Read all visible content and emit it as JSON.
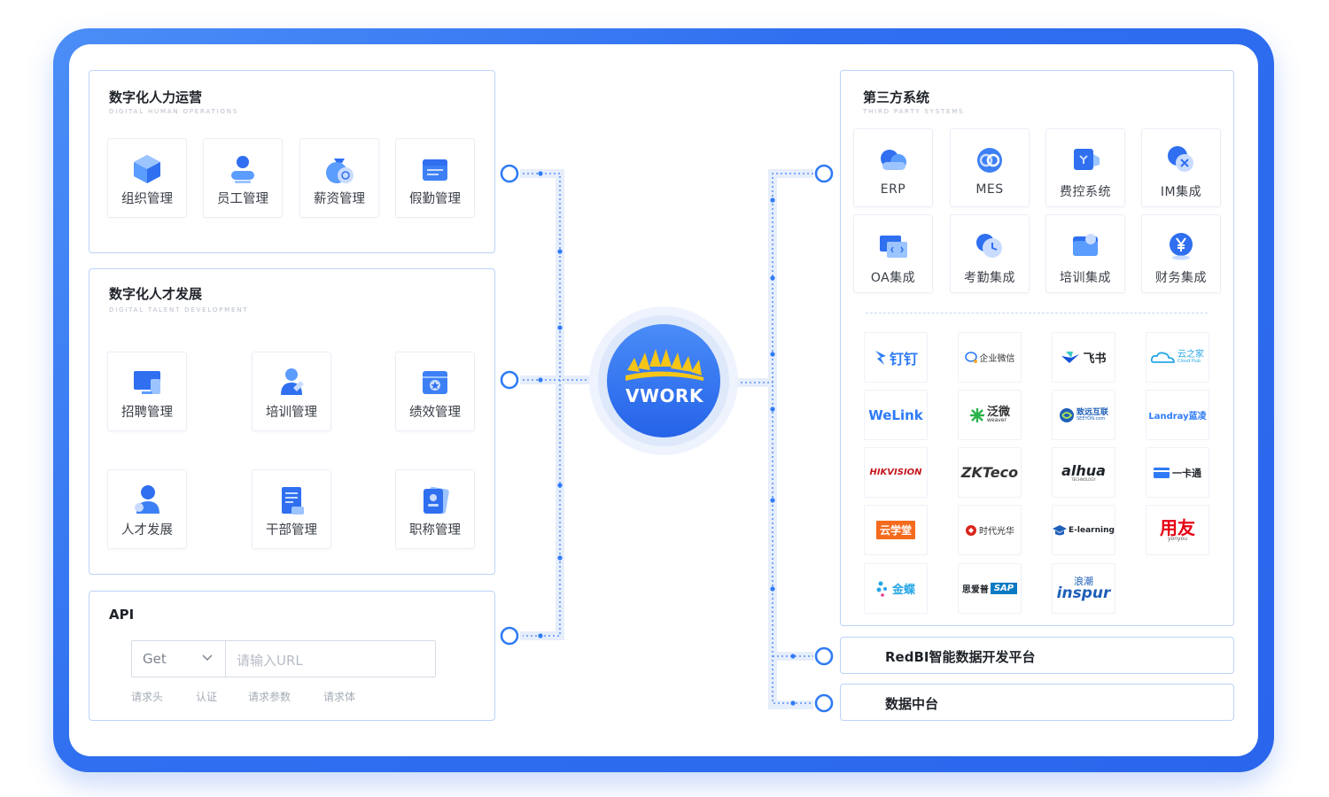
{
  "center": {
    "logo_text": "VWORK"
  },
  "hr_ops": {
    "title": "数字化人力运营",
    "subtitle": "DIGITAL HUMAN OPERATIONS",
    "items": [
      {
        "label": "组织管理",
        "icon": "cube-icon"
      },
      {
        "label": "员工管理",
        "icon": "user-icon"
      },
      {
        "label": "薪资管理",
        "icon": "money-bag-icon"
      },
      {
        "label": "假勤管理",
        "icon": "calendar-icon"
      }
    ]
  },
  "talent": {
    "title": "数字化人才发展",
    "subtitle": "DIGITAL TALENT DEVELOPMENT",
    "items": [
      {
        "label": "招聘管理",
        "icon": "monitor-icon"
      },
      {
        "label": "培训管理",
        "icon": "trainee-icon"
      },
      {
        "label": "绩效管理",
        "icon": "medal-box-icon"
      },
      {
        "label": "人才发展",
        "icon": "person-icon"
      },
      {
        "label": "干部管理",
        "icon": "document-icon"
      },
      {
        "label": "职称管理",
        "icon": "id-card-icon"
      }
    ]
  },
  "api": {
    "title": "API",
    "method": "Get",
    "url_placeholder": "请输入URL",
    "tabs": [
      "请求头",
      "认证",
      "请求参数",
      "请求体"
    ]
  },
  "third_party": {
    "title": "第三方系统",
    "subtitle": "THIRD PARTY SYSTEMS",
    "systems": [
      {
        "label": "ERP",
        "icon": "cloud-icon"
      },
      {
        "label": "MES",
        "icon": "loop-icon"
      },
      {
        "label": "费控系统",
        "icon": "control-icon"
      },
      {
        "label": "IM集成",
        "icon": "chat-icon"
      },
      {
        "label": "OA集成",
        "icon": "code-window-icon"
      },
      {
        "label": "考勤集成",
        "icon": "clock-icon"
      },
      {
        "label": "培训集成",
        "icon": "folder-icon"
      },
      {
        "label": "财务集成",
        "icon": "yen-icon"
      }
    ],
    "partners": [
      {
        "label": "钉钉",
        "sub": ""
      },
      {
        "label": "企业微信",
        "sub": ""
      },
      {
        "label": "飞书",
        "sub": ""
      },
      {
        "label": "云之家",
        "sub": "Cloud Hub"
      },
      {
        "label": "WeLink",
        "sub": ""
      },
      {
        "label": "泛微",
        "sub": "weaver"
      },
      {
        "label": "致远互联",
        "sub": "SEEYON.com"
      },
      {
        "label": "Landray蓝凌",
        "sub": ""
      },
      {
        "label": "HIKVISION",
        "sub": ""
      },
      {
        "label": "ZKTeco",
        "sub": ""
      },
      {
        "label": "alhua",
        "sub": "TECHNOLOGY"
      },
      {
        "label": "一卡通",
        "sub": ""
      },
      {
        "label": "云学堂",
        "sub": ""
      },
      {
        "label": "时代光华",
        "sub": ""
      },
      {
        "label": "E-learning",
        "sub": ""
      },
      {
        "label": "用友",
        "sub": "yonyou"
      },
      {
        "label": "金蝶",
        "sub": ""
      },
      {
        "label": "思爱普",
        "sub": "SAP"
      },
      {
        "label": "浪潮",
        "sub": "inspur"
      }
    ]
  },
  "redbi": {
    "label": "RedBI智能数据开发平台"
  },
  "data_center": {
    "label": "数据中台"
  },
  "colors": {
    "brand_blue": "#2f6ff0",
    "line_blue": "#e6eefc",
    "node_blue": "#2f7bf5",
    "logo_gold": "#f5c518"
  }
}
